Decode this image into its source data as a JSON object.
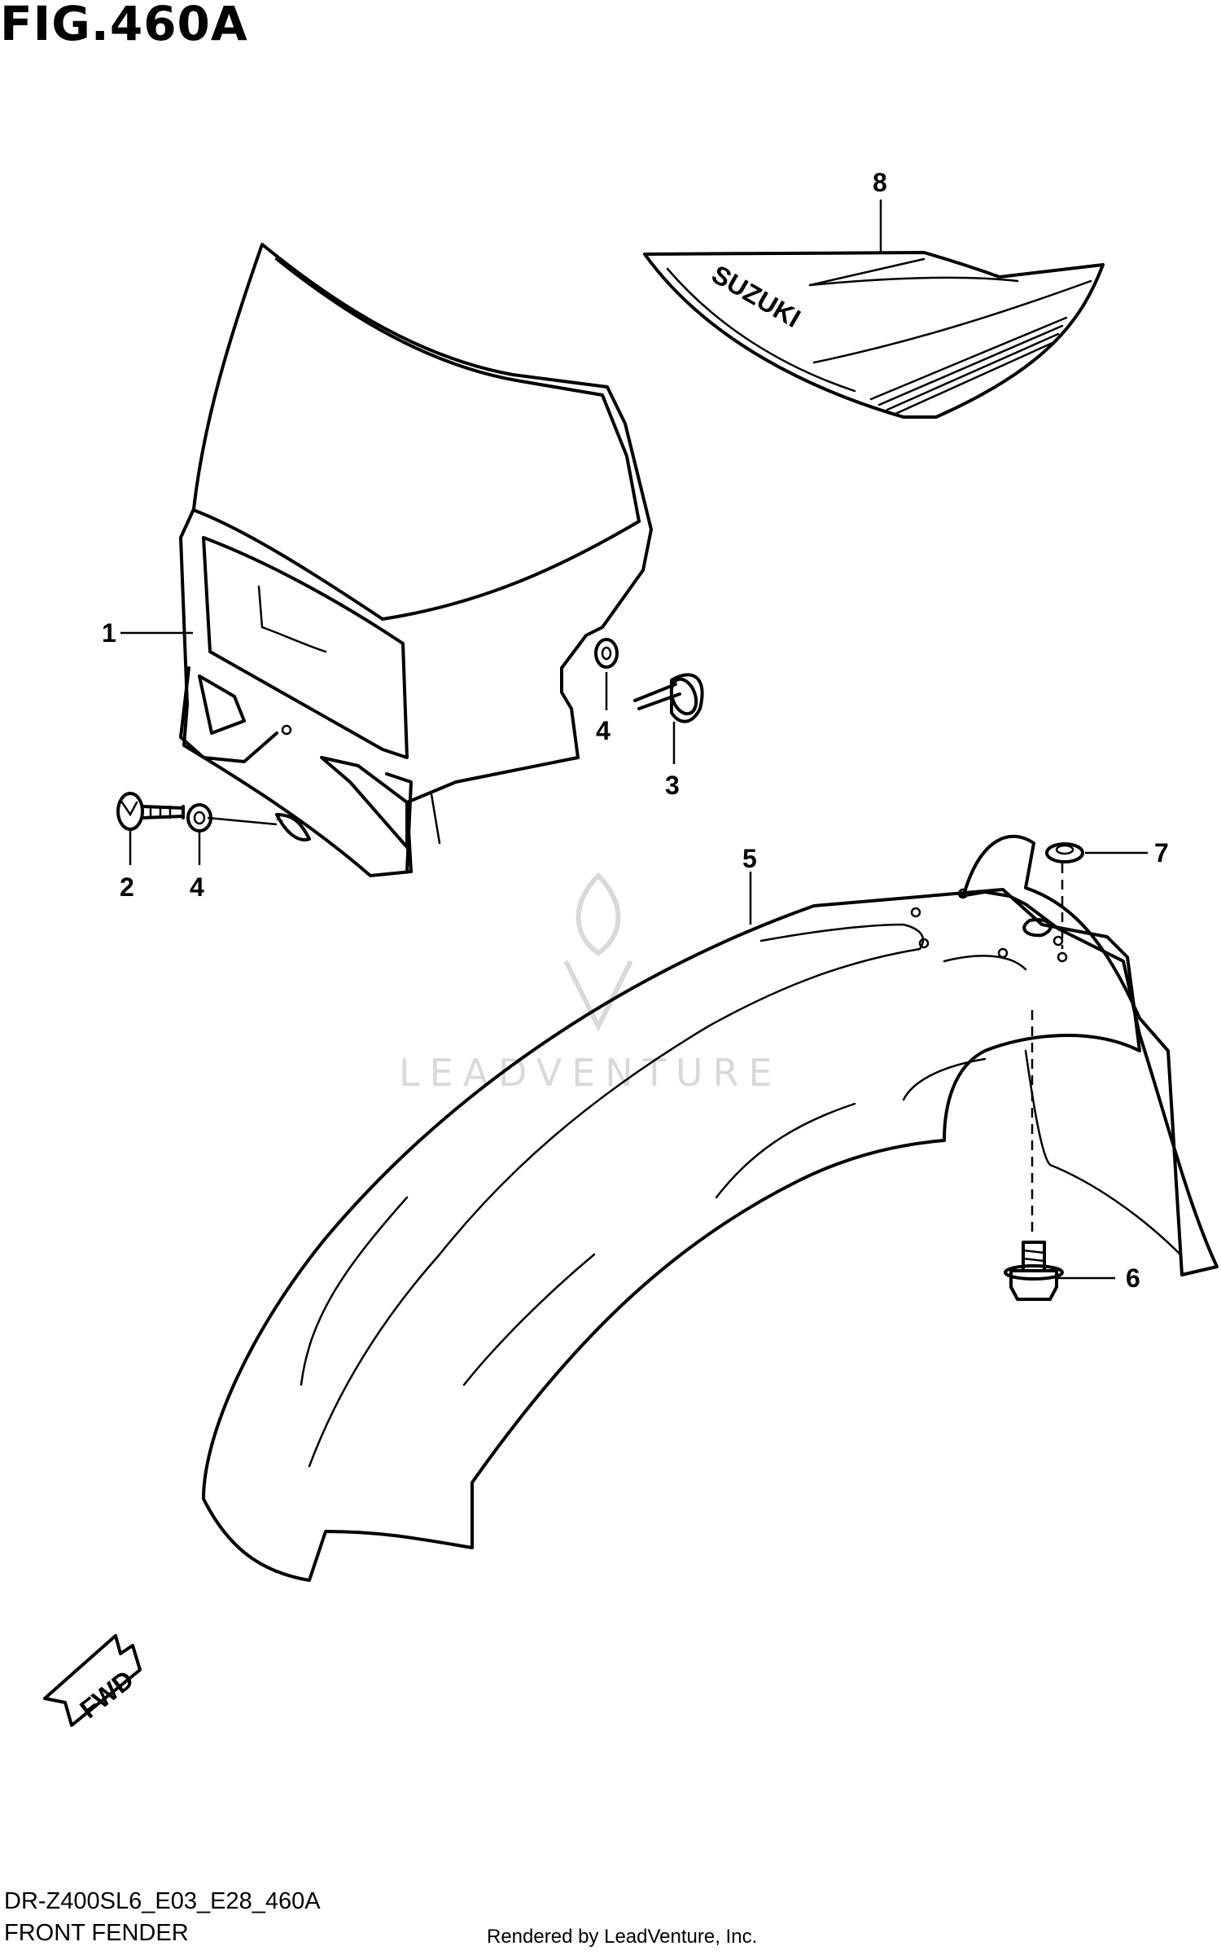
{
  "figure": {
    "title": "FIG.460A"
  },
  "callouts": [
    {
      "id": "1",
      "label": "1"
    },
    {
      "id": "2",
      "label": "2"
    },
    {
      "id": "3",
      "label": "3"
    },
    {
      "id": "4a",
      "label": "4"
    },
    {
      "id": "4b",
      "label": "4"
    },
    {
      "id": "5",
      "label": "5"
    },
    {
      "id": "6",
      "label": "6"
    },
    {
      "id": "7",
      "label": "7"
    },
    {
      "id": "8",
      "label": "8"
    }
  ],
  "decal_text": "SUZUKI",
  "fwd_text": "FWD",
  "watermark": "LEADVENTURE",
  "footer": {
    "model_code": "DR-Z400SL6_E03_E28_460A",
    "section": "FRONT FENDER",
    "credit": "Rendered by LeadVenture, Inc."
  },
  "colors": {
    "line": "#000000",
    "watermark": "#d9d9d9",
    "background": "#ffffff"
  }
}
